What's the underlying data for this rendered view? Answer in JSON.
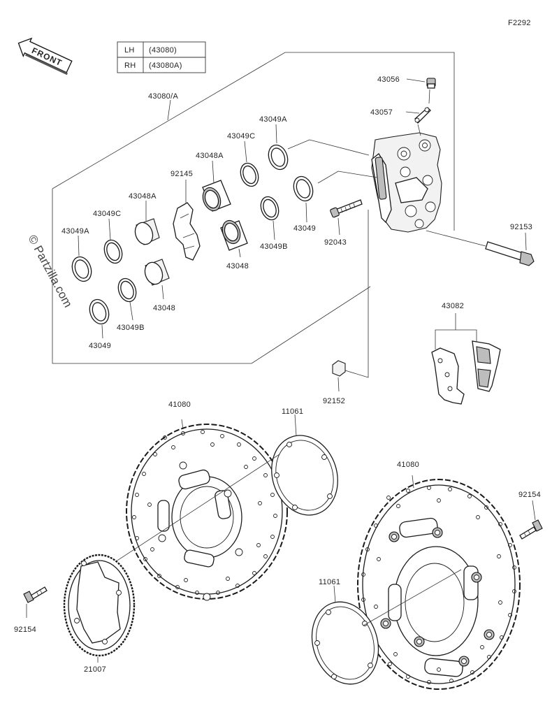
{
  "figure_code": "F2292",
  "front_label": "FRONT",
  "side_table": [
    {
      "side": "LH",
      "part": "(43080)"
    },
    {
      "side": "RH",
      "part": "(43080A)"
    }
  ],
  "watermark": "© Partzilla.com",
  "labels": {
    "caliper_assy": "43080/A",
    "bleeder_cap": "43056",
    "clip_43057": "43057",
    "seal_a_top": "43049A",
    "seal_c_top": "43049C",
    "piston_a_top": "43048A",
    "spring_92145": "92145",
    "piston_a_left": "43048A",
    "seal_c_left": "43049C",
    "seal_a_left": "43049A",
    "seal_right": "43049",
    "bleeder_92043": "92043",
    "seal_b_right": "43049B",
    "piston_right": "43048",
    "piston_left": "43048",
    "seal_b_left": "43049B",
    "seal_left": "43049",
    "bolt_92153": "92153",
    "pads_43082": "43082",
    "cap_92152": "92152",
    "disc_left": "41080",
    "gasket_left": "11061",
    "disc_right": "41080",
    "bolt_right": "92154",
    "gasket_right": "11061",
    "bolt_left": "92154",
    "sensor_ring": "21007"
  }
}
